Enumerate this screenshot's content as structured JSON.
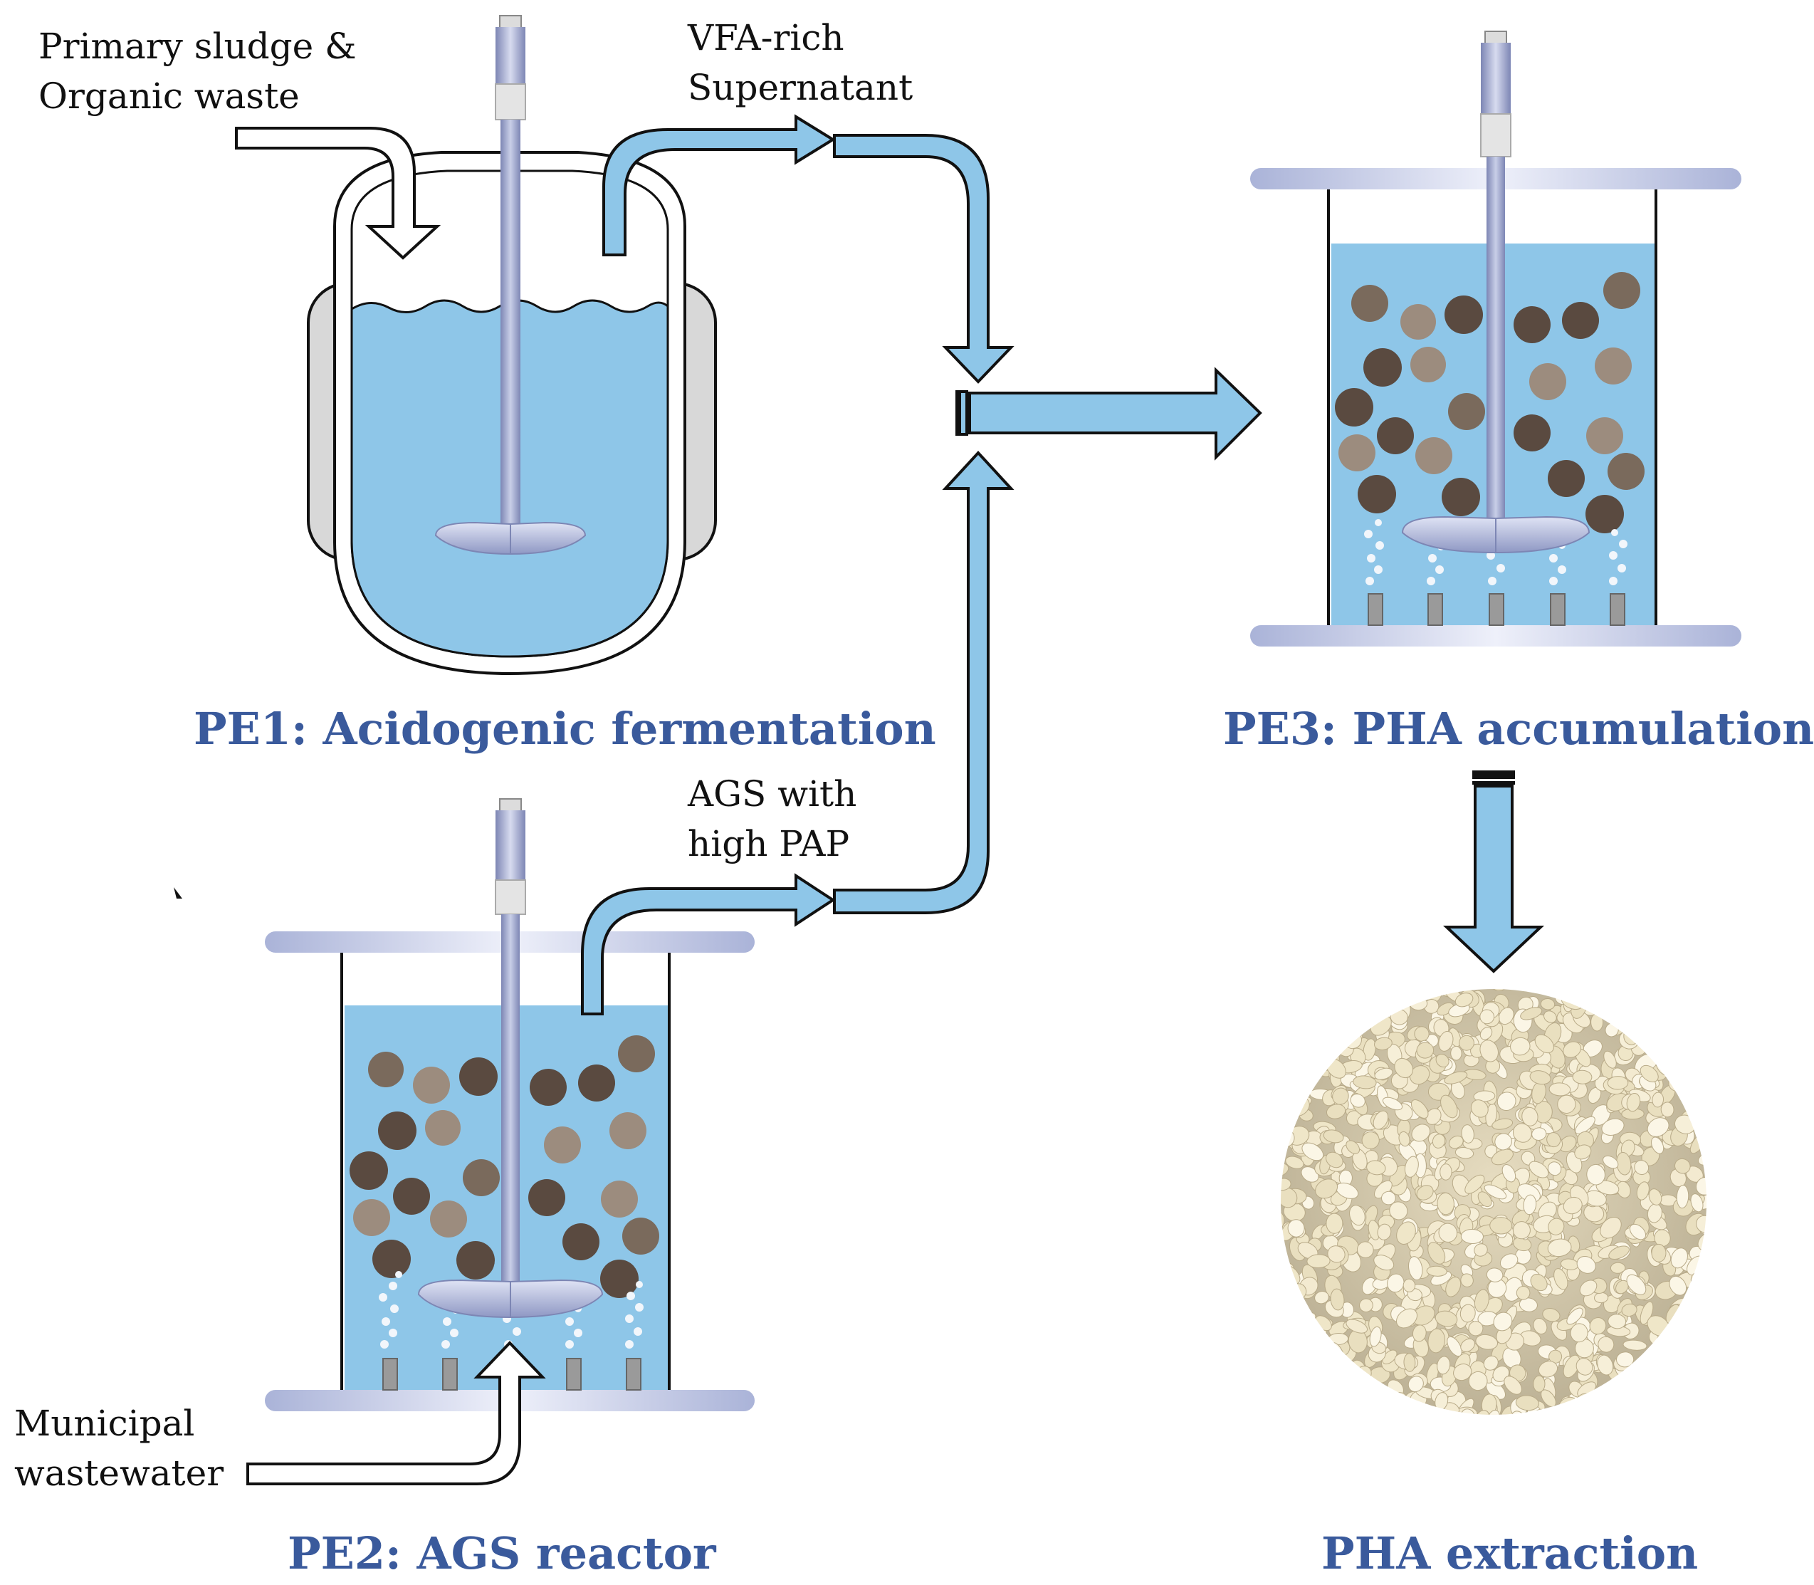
{
  "colors": {
    "liquid": "#8ec6e8",
    "arrow_fill": "#8ec6e8",
    "outline": "#111111",
    "title": "#3a5a9c",
    "jacket": "#d8d8d8",
    "shaft": "#9aa2c8",
    "plate": "#c4cbe6",
    "granule_dark": "#5a4a40",
    "granule_medium": "#7a6a5c",
    "granule_light": "#9c8c7e",
    "bubble": "#f2f6fb",
    "pellet": "#f2ead0"
  },
  "labels": {
    "feed_line1": "Primary sludge &",
    "feed_line2": "Organic waste",
    "vfa_line1": "VFA-rich",
    "vfa_line2": "Supernatant",
    "ags_line1": "AGS with",
    "ags_line2": "high PAP",
    "ww_line1": "Municipal",
    "ww_line2": "wastewater"
  },
  "titles": {
    "pe1": "PE1: Acidogenic fermentation",
    "pe2": "PE2: AGS reactor",
    "pe3": "PE3: PHA accumulation",
    "extraction": "PHA extraction"
  },
  "icons": {
    "fermenter": "stirred-tank-icon",
    "ags_reactor": "granular-reactor-icon",
    "accumulation_reactor": "granular-reactor-icon",
    "product": "pha-pellets-icon"
  }
}
